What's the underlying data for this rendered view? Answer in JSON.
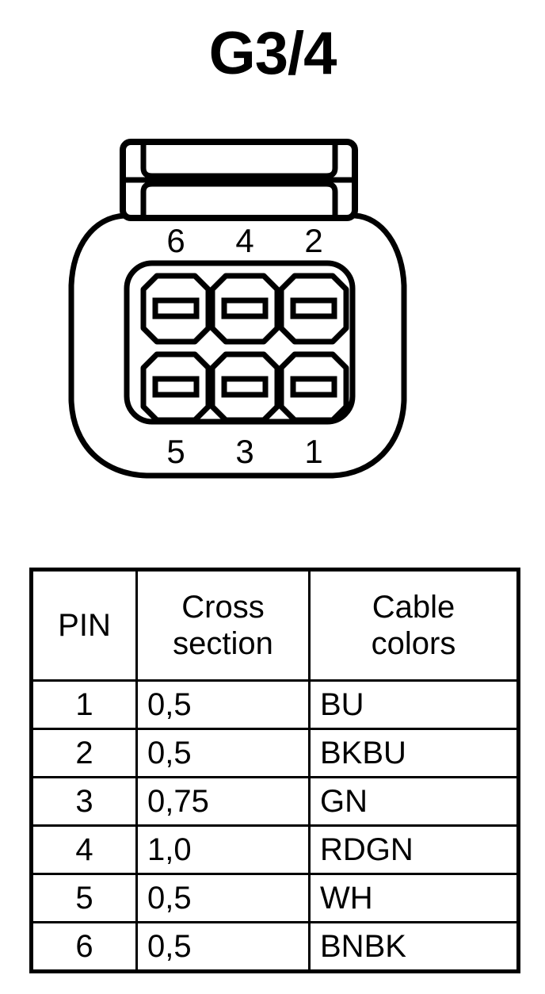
{
  "title": "G3/4",
  "connector": {
    "name": "6-pin-connector",
    "pin_labels_top": [
      "6",
      "4",
      "2"
    ],
    "pin_labels_bottom": [
      "5",
      "3",
      "1"
    ],
    "cavity_count": 6,
    "stroke_color": "#000000",
    "fill_color": "#ffffff"
  },
  "table": {
    "headers": [
      "PIN",
      "Cross section",
      "Cable colors"
    ],
    "header_lines": {
      "pin": [
        "PIN"
      ],
      "cross": [
        "Cross",
        "section"
      ],
      "colors": [
        "Cable",
        "colors"
      ]
    },
    "rows": [
      {
        "pin": "1",
        "cross_section": "0,5",
        "cable_color": "BU"
      },
      {
        "pin": "2",
        "cross_section": "0,5",
        "cable_color": "BKBU"
      },
      {
        "pin": "3",
        "cross_section": "0,75",
        "cable_color": "GN"
      },
      {
        "pin": "4",
        "cross_section": "1,0",
        "cable_color": "RDGN"
      },
      {
        "pin": "5",
        "cross_section": "0,5",
        "cable_color": "WH"
      },
      {
        "pin": "6",
        "cross_section": "0,5",
        "cable_color": "BNBK"
      }
    ]
  }
}
